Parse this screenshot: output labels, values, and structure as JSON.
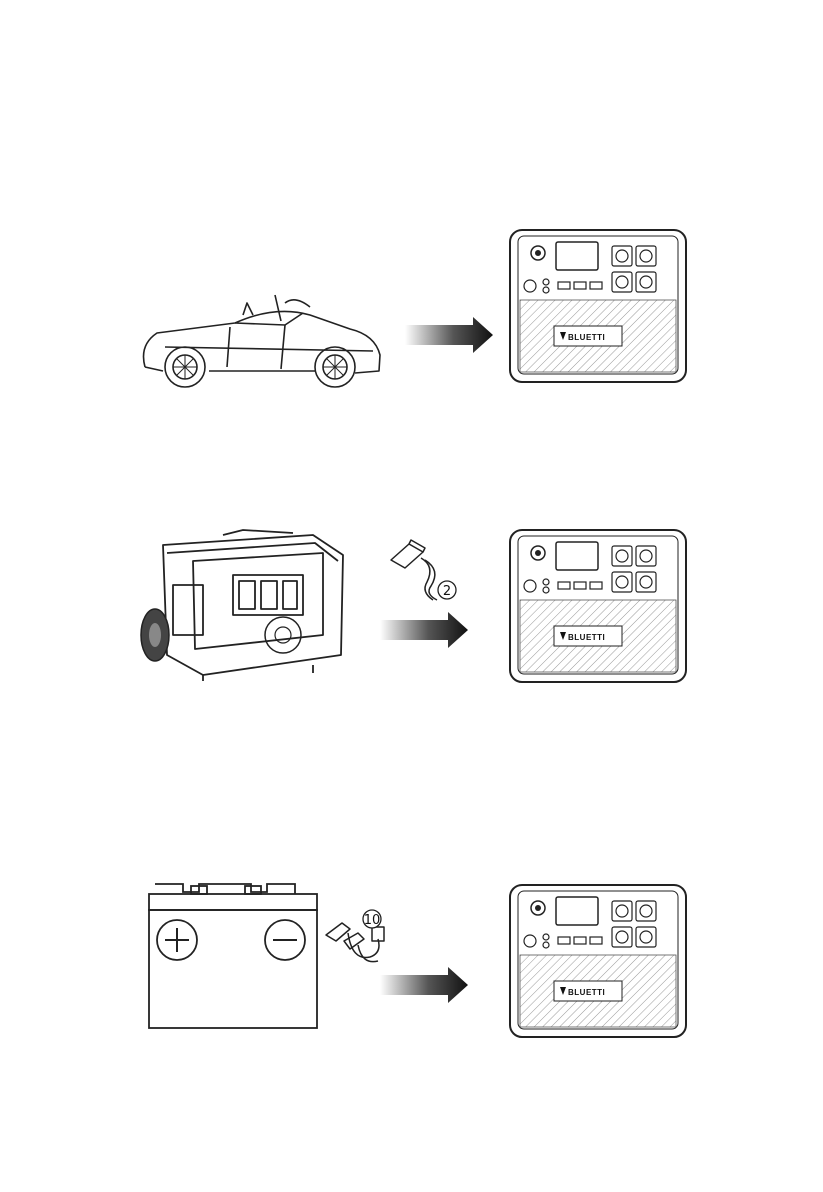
{
  "rows": [
    {
      "source_icon": "car-icon",
      "accessory_label": "",
      "brand": "BLUETTI"
    },
    {
      "source_icon": "generator-icon",
      "accessory_icon": "ac-adapter-icon",
      "accessory_label": "2",
      "brand": "BLUETTI"
    },
    {
      "source_icon": "battery-icon",
      "accessory_icon": "alligator-clip-cable-icon",
      "accessory_label": "10",
      "brand": "BLUETTI"
    }
  ],
  "colors": {
    "line": "#222222",
    "panel_hatch": "#9a9a9a",
    "arrow_dark": "#111111",
    "arrow_light": "#ffffff"
  }
}
